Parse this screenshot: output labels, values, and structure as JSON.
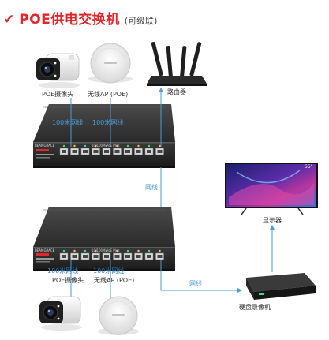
{
  "title": {
    "check_icon": "check-mark-icon",
    "main": "POE供电交换机",
    "sub": "(可级联)"
  },
  "top": {
    "camera_label": "POE摄像头",
    "ap_label": "无线AP (POE)",
    "router_label": "路由器",
    "link_camera": "100米网线",
    "link_ap": "100米网线",
    "switch_brand": "BEAMGRACE",
    "switch_model": "10/100M PoE Plus"
  },
  "cascade_link": "网线",
  "monitor": {
    "label": "显示器",
    "size_badge": "55\""
  },
  "bottom": {
    "link_camera": "100米网线",
    "link_ap": "100米网线",
    "camera_label": "POE摄像头",
    "ap_label": "无线AP (POE)",
    "nvr_link": "网线",
    "nvr_label": "硬盘录像机",
    "switch_brand": "BEAMGRACE",
    "switch_model": "10/100M PoE Plus"
  },
  "colors": {
    "accent_red": "#e4262b",
    "link_blue": "#4a9bd8",
    "port_green": "#3ddc84",
    "port_yellow": "#f5c542"
  }
}
